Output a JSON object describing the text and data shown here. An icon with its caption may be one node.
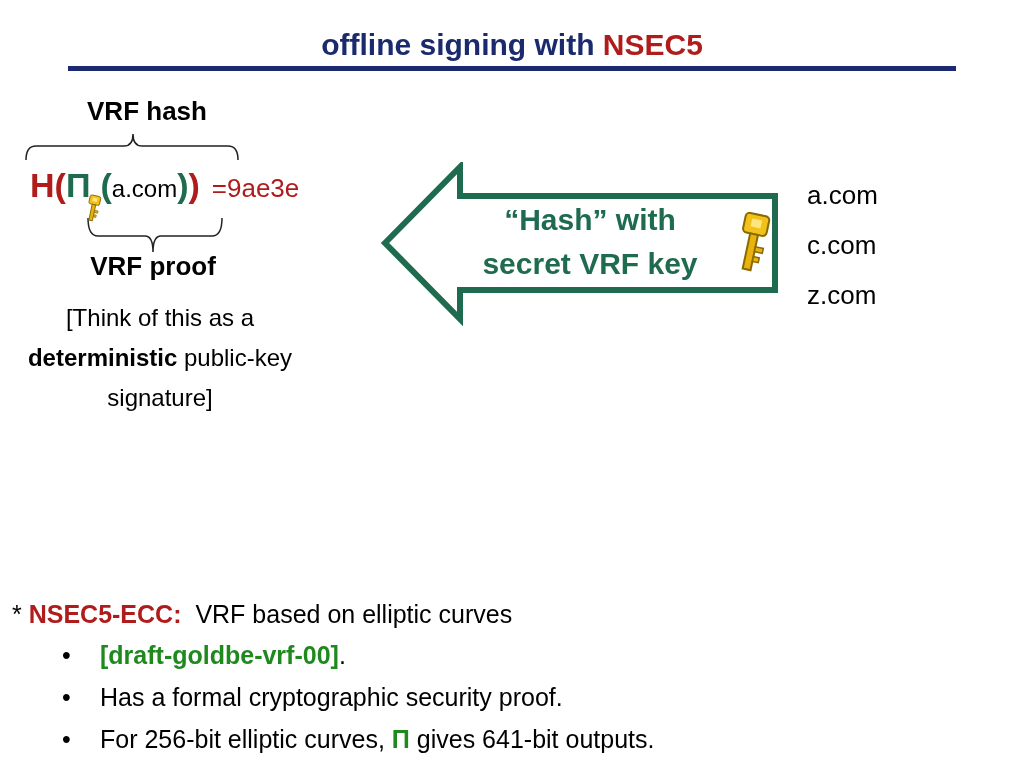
{
  "diagram": {
    "title": "offline signing with **NSEC5**",
    "nodes": [
      {
        "text": [
          "“Hash” with secret VRF key"
        ]
      }
    ],
    "labels": [
      "VRF hash",
      "H(",
      "Π",
      "(",
      "a.com",
      ")",
      ")",
      "=9ae3e",
      "VRF proof",
      "[Think of this as a **deterministic** public-key signature]",
      "a.com",
      "c.com",
      "z.com",
      "* **NSEC5-ECC:**  VRF based on elliptic curves",
      "•",
      "**[draft-goldbe-vrf-00]**.",
      "•",
      "Has a formal cryptographic security proof.",
      "•",
      "For 256-bit elliptic curves, **Π** gives 641-bit outputs."
    ]
  }
}
